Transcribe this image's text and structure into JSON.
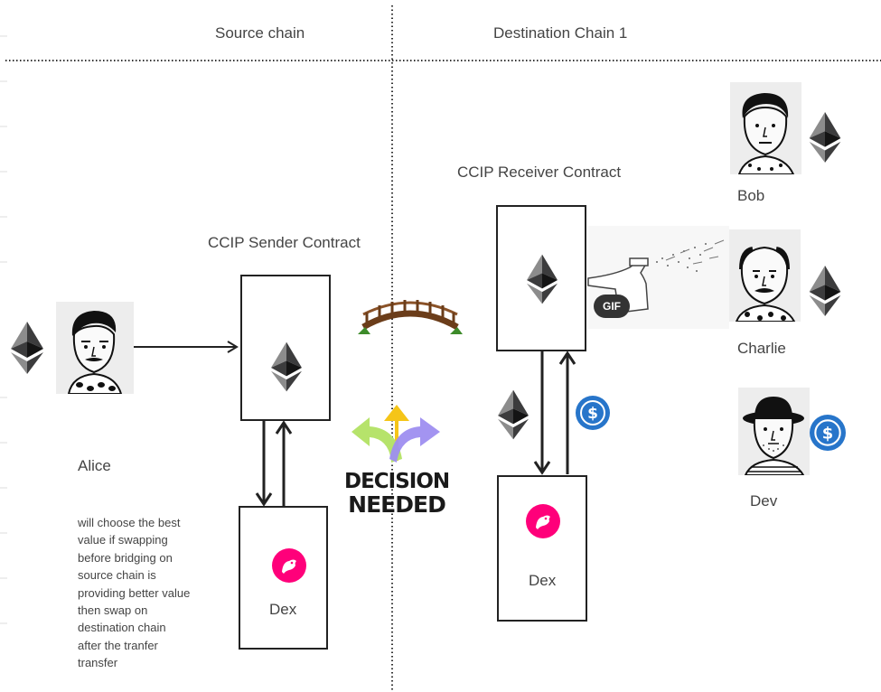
{
  "headers": {
    "source": "Source chain",
    "destination": "Destination Chain 1"
  },
  "source": {
    "contract_label": "CCIP Sender Contract",
    "dex_label": "Dex",
    "user_name": "Alice",
    "note": "will choose the best value if swapping before bridging on source chain is providing better value then swap on destination chain after the tranfer transfer"
  },
  "destination": {
    "contract_label": "CCIP Receiver Contract",
    "dex_label": "Dex",
    "users": [
      {
        "name": "Bob",
        "token": "eth-icon"
      },
      {
        "name": "Charlie",
        "token": "eth-icon"
      },
      {
        "name": "Dev",
        "token": "usdc-icon"
      }
    ]
  },
  "center": {
    "decision_line1": "DECISION",
    "decision_line2": "NEEDED",
    "gif_badge": "GIF"
  },
  "icons": [
    "eth-icon",
    "usdc-icon",
    "uniswap-icon",
    "bridge-icon",
    "spray-bottle-icon",
    "decision-arrows-icon"
  ],
  "colors": {
    "eth": "#3c3c3d",
    "usdc": "#2775ca",
    "uniswap": "#ff007a",
    "decision_text": "#1a1a1a"
  }
}
